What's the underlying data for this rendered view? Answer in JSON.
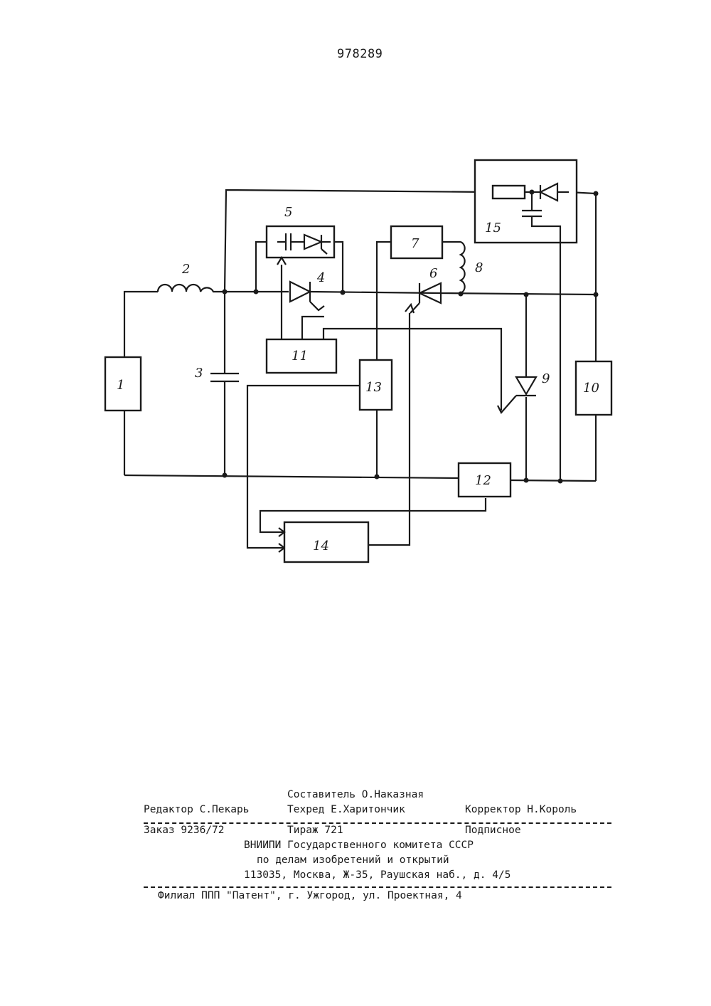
{
  "header": {
    "patent_number": "978289"
  },
  "diagram": {
    "labels": {
      "b1": "1",
      "b2": "2",
      "b3": "3",
      "b4": "4",
      "b5": "5",
      "b6": "6",
      "b7": "7",
      "b8": "8",
      "b9": "9",
      "b10": "10",
      "b11": "11",
      "b12": "12",
      "b13": "13",
      "b14": "14",
      "b15": "15"
    }
  },
  "imprint": {
    "composer": "Составитель О.Наказная",
    "editor": "Редактор С.Пекарь",
    "techred": "Техред Е.Харитончик",
    "corrector": "Корректор  Н.Король",
    "order": "Заказ 9236/72",
    "circulation": "Тираж 721",
    "subscription": "Подписное",
    "org_line1": "ВНИИПИ Государственного комитета СССР",
    "org_line2": "по делам изобретений и открытий",
    "address": "113035, Москва, Ж-35, Раушская наб., д. 4/5",
    "branch": "Филиал ППП \"Патент\", г. Ужгород, ул. Проектная, 4"
  }
}
